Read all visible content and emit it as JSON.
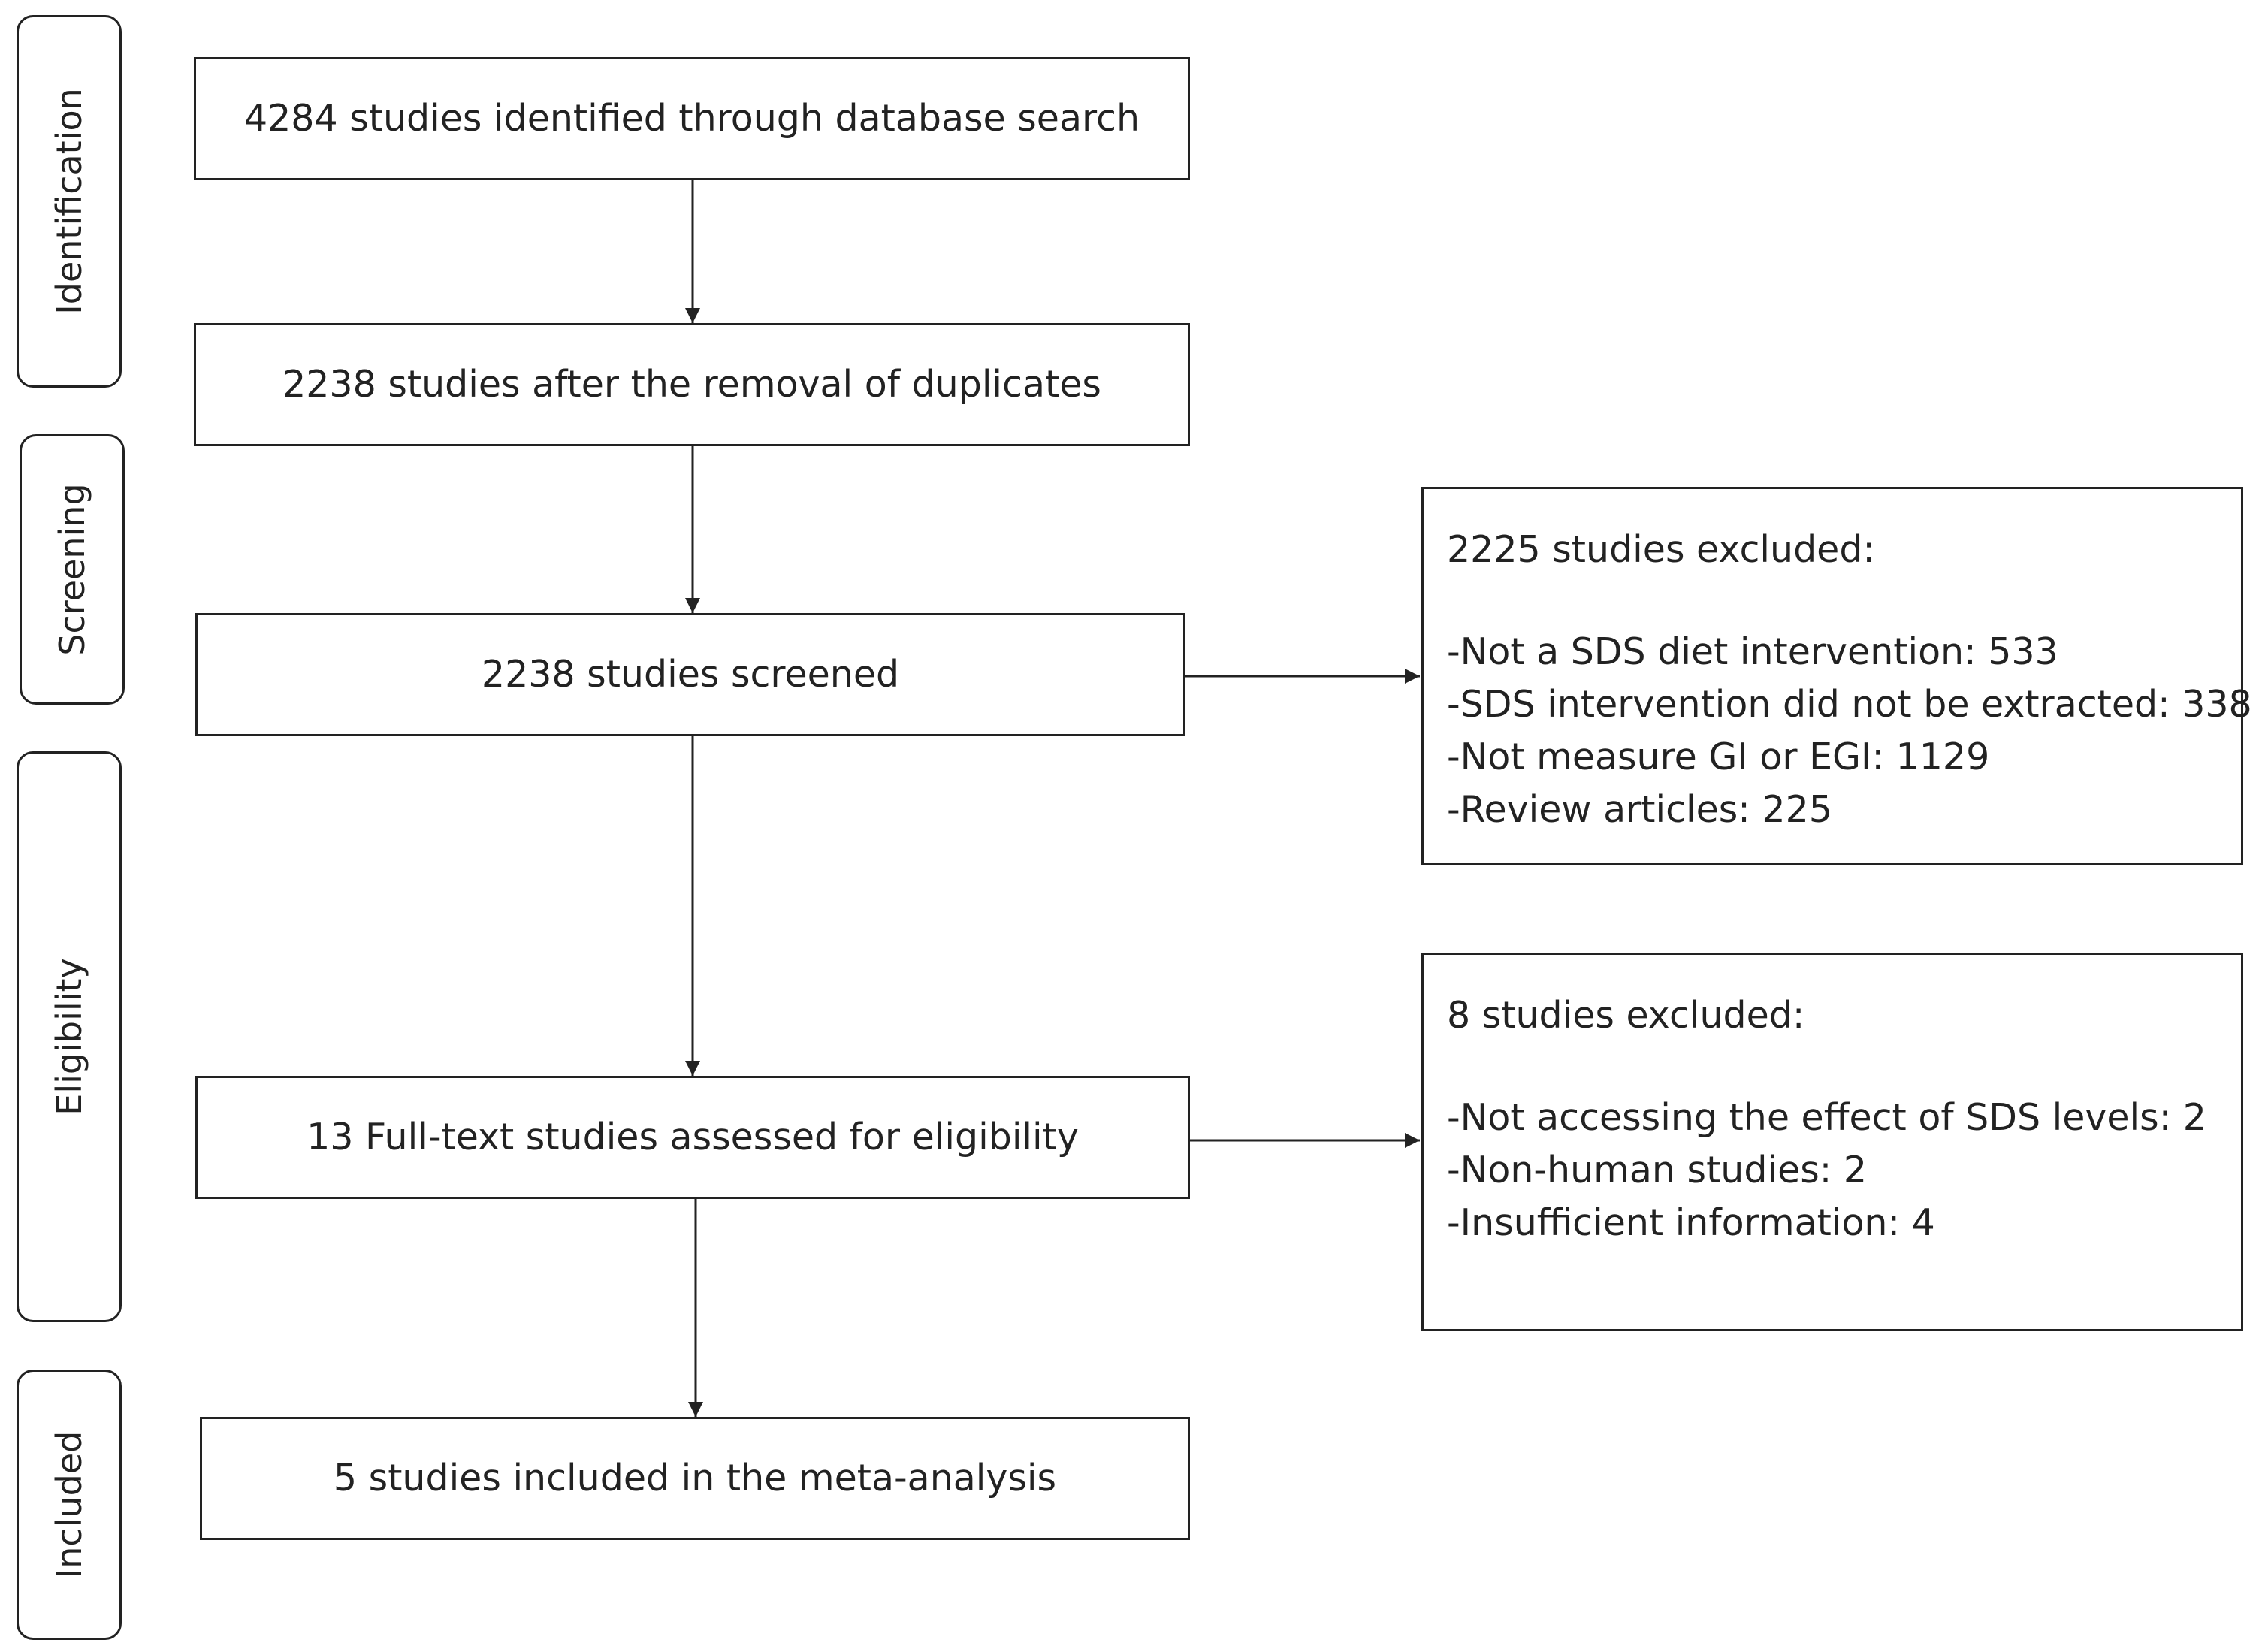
{
  "stages": {
    "identification": "Identification",
    "screening": "Screening",
    "eligibility": "Eligibility",
    "included": "Included"
  },
  "flow": {
    "identified": "4284 studies identified through database search",
    "deduplicated": "2238 studies after the removal of duplicates",
    "screened": "2238 studies screened",
    "fulltext": "13 Full-text studies assessed for eligibility",
    "included": "5 studies included in the meta-analysis"
  },
  "exclusions": {
    "screening": {
      "title": "2225 studies excluded:",
      "items": [
        "-Not a SDS diet intervention: 533",
        "-SDS intervention did not be extracted: 338",
        "-Not measure GI or EGI: 1129",
        "-Review articles: 225"
      ]
    },
    "eligibility": {
      "title": "8 studies excluded:",
      "items": [
        "-Not accessing the effect of SDS levels: 2",
        "-Non-human studies: 2",
        "-Insufficient information: 4"
      ]
    }
  },
  "colors": {
    "line": "#222222",
    "background": "#ffffff"
  }
}
